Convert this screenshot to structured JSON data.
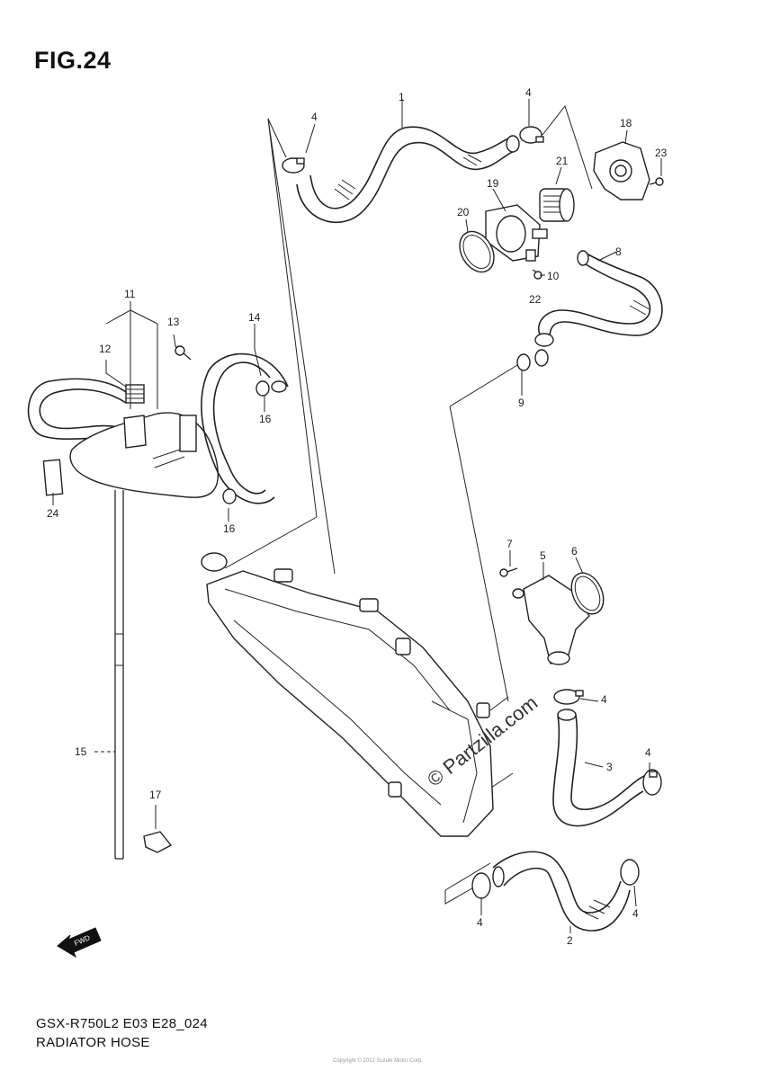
{
  "figure": {
    "title": "FIG.24",
    "model_code": "GSX-R750L2 E03 E28_024",
    "section_name": "RADIATOR HOSE",
    "copyright": "Copyright © 2012 Suzuki Motor Corp.",
    "watermark": "© Partzilla.com",
    "fwd_label": "FWD"
  },
  "callouts": [
    {
      "id": "c1",
      "num": "1"
    },
    {
      "id": "c4a",
      "num": "4"
    },
    {
      "id": "c4b",
      "num": "4"
    },
    {
      "id": "c18",
      "num": "18"
    },
    {
      "id": "c23",
      "num": "23"
    },
    {
      "id": "c21",
      "num": "21"
    },
    {
      "id": "c19",
      "num": "19"
    },
    {
      "id": "c20",
      "num": "20"
    },
    {
      "id": "c8",
      "num": "8"
    },
    {
      "id": "c10",
      "num": "10"
    },
    {
      "id": "c22",
      "num": "22"
    },
    {
      "id": "c11",
      "num": "11"
    },
    {
      "id": "c12",
      "num": "12"
    },
    {
      "id": "c13",
      "num": "13"
    },
    {
      "id": "c14",
      "num": "14"
    },
    {
      "id": "c16a",
      "num": "16"
    },
    {
      "id": "c9",
      "num": "9"
    },
    {
      "id": "c16b",
      "num": "16"
    },
    {
      "id": "c24",
      "num": "24"
    },
    {
      "id": "c7",
      "num": "7"
    },
    {
      "id": "c5",
      "num": "5"
    },
    {
      "id": "c6",
      "num": "6"
    },
    {
      "id": "c4c",
      "num": "4"
    },
    {
      "id": "c15",
      "num": "15"
    },
    {
      "id": "c3",
      "num": "3"
    },
    {
      "id": "c4d",
      "num": "4"
    },
    {
      "id": "c17",
      "num": "17"
    },
    {
      "id": "c4e",
      "num": "4"
    },
    {
      "id": "c4f",
      "num": "4"
    },
    {
      "id": "c2",
      "num": "2"
    }
  ]
}
